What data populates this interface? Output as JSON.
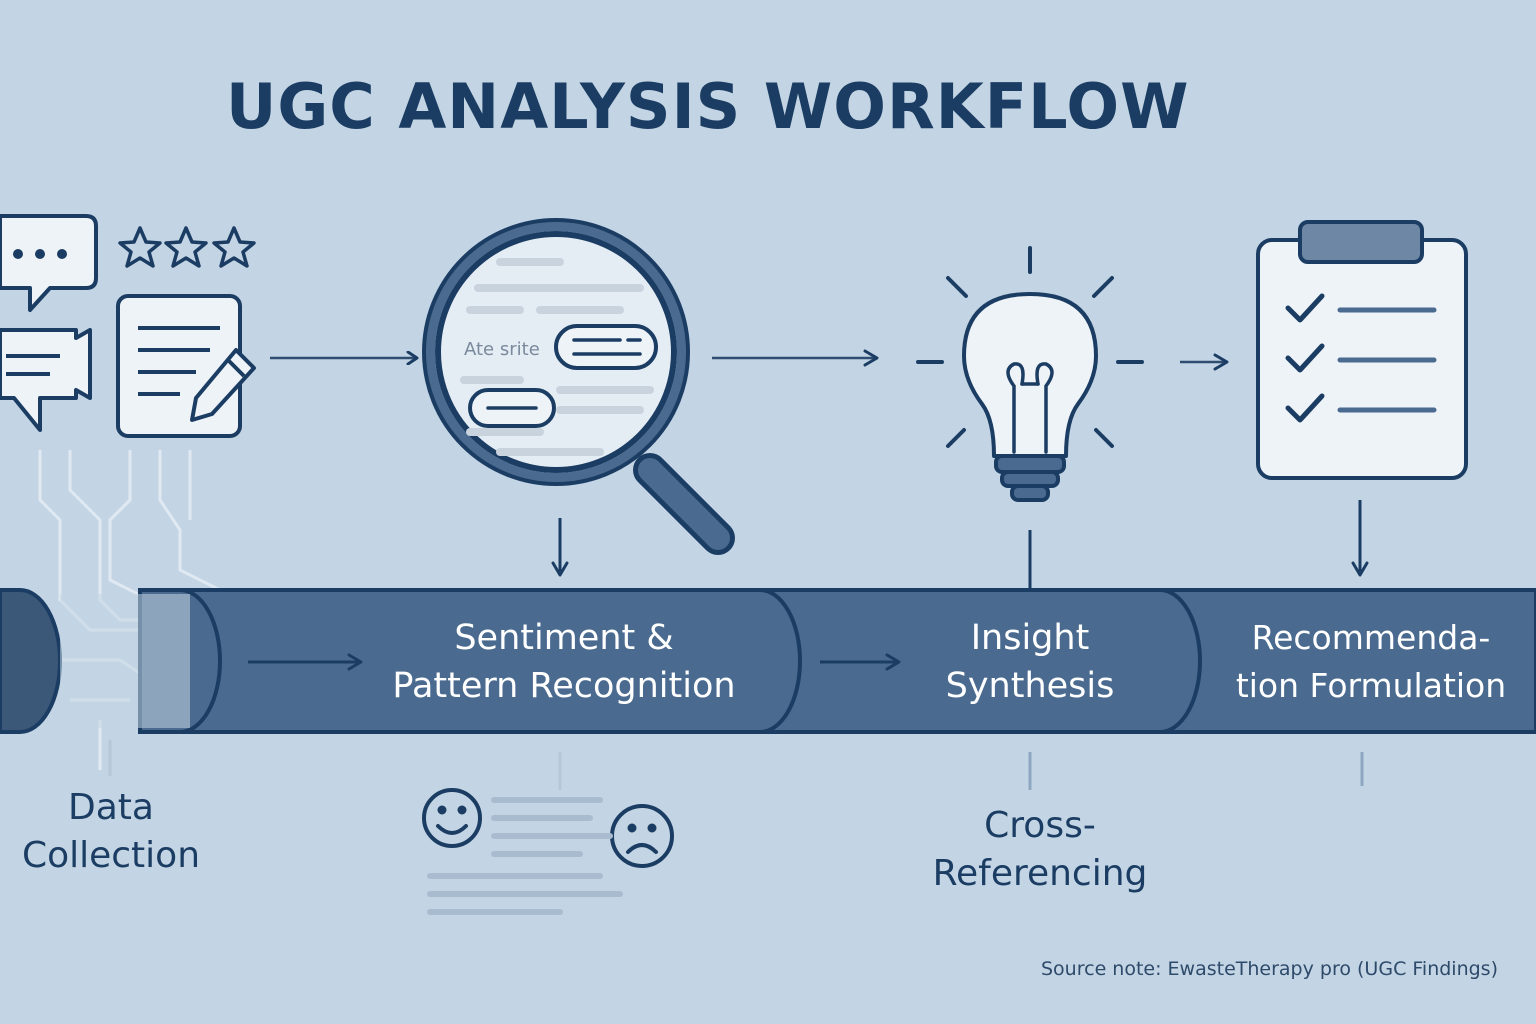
{
  "title": "UGC ANALYSIS WORKFLOW",
  "steps": {
    "data_collection": {
      "line1": "Data",
      "line2": "Collection"
    },
    "sentiment": {
      "line1": "Sentiment &",
      "line2": "Pattern Recognition"
    },
    "insight": {
      "line1": "Insight",
      "line2": "Synthesis"
    },
    "recommendation": {
      "line1": "Recommenda-",
      "line2": "tion Formulation"
    },
    "cross_ref": {
      "line1": "Cross-",
      "line2": "Referencing"
    }
  },
  "magnifier_text": "Ate srite",
  "source_note": "Source note: EwasteTherapy pro (UGC Findings)",
  "colors": {
    "background": "#c3d5e4",
    "navy": "#1c3d63",
    "pipe": "#4a6a8f",
    "pipe_dark": "#3b5878",
    "icon_fill": "#eef3f8"
  }
}
